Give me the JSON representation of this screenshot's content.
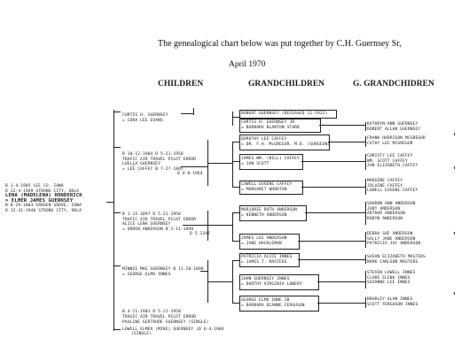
{
  "header": {
    "title": "The genealogical chart below was put together by C.H. Guernsey Sr,",
    "date": "April 1970"
  },
  "columns": {
    "children": "CHILDREN",
    "grandchildren": "GRANDCHILDREN",
    "great_grandchildren": "G. GRANDCHIDREN"
  },
  "root": {
    "lines": [
      "B 1-4-1905 LEE CO. IOWA",
      "D 12-4-1969 STRONG CITY, OKLA",
      "LENA (MADELENA) HONDERICK",
      "= ELMER JAMES GUERNSEY",
      "B 8-29-1883 SARGEN GROVE, IOWA",
      "D 12-31-1940 STRONG CITY, OKLA"
    ]
  },
  "children": [
    {
      "lines": [
        "CURTIS H. GUERNSEY",
        "= CORA LEE EVANS"
      ]
    },
    {
      "lines": [
        "B 10-12-1904 D 5-21-1950",
        "TRAFIC AIR TRAVEL PILOT ERROR",
        "LUELLA GUERNSEY",
        "= LEE CAFFEY B 7-27-1895",
        "D 4-8-1964"
      ]
    },
    {
      "lines": [
        "B 1-15-1897 D 5-21-1950",
        "TRAFIC AIR TRAVEL PILOT ERROR",
        "ALICE LENA GUERNSEY",
        "= ORREN ANDERSON B 2-11-1898",
        "D 5-1342"
      ]
    },
    {
      "lines": [
        "MINNIE MAE GUERNSEY B 11-20-1898",
        "= GEORGE ELMO INNES"
      ]
    },
    {
      "lines": [
        "B 4-21-1901 D 5-21-1950",
        "TRAGIC AIR TRAVEL PILOT ERROR",
        "PAULINE GERTRUDE GUERNSEY (SINGLE)",
        "LOWELL ELMER (MIKE) GUERNSEY (D 6-4-1904",
        "(SINGLE)"
      ]
    }
  ],
  "grandchildren": [
    {
      "lines": [
        "ROBERT GUERNSEY (DECEASED 11-1922)"
      ]
    },
    {
      "lines": [
        "CURTIS H. GUERNSEY JR",
        "= BARBARA BLANTON STARR"
      ]
    },
    {
      "lines": [
        "DOROTHY LEE CAFFEY",
        "= DR. F.H. McGREGOR, M.D. (SURGEON)"
      ]
    },
    {
      "lines": [
        "JAMES WM. (BILL) CAFFEY",
        "= JAN SCOTT"
      ]
    },
    {
      "lines": [
        "LOWELL EUGENE CAFFEY",
        "= MARGARET WHORTON"
      ]
    },
    {
      "lines": [
        "MARJORIE RUTH ANDERSON",
        "= KENNETH ANDERSON"
      ]
    },
    {
      "lines": [
        "JAMES LEE ANDERSON",
        "= JANE HACKLEMAN"
      ]
    },
    {
      "lines": [
        "PATRICIA ALICE INNES",
        "= JAMES T. MASTERS"
      ]
    },
    {
      "lines": [
        "JOHN GUERNSEY INNES",
        "= DORTHY VIRGINIA LOWERY"
      ]
    },
    {
      "lines": [
        "GEORGE ELMO INNE IB",
        "= BARBARA DIANNE FERGUSON"
      ]
    }
  ],
  "great_grandchildren": [
    "KATHRYN ANN GUERNSEY",
    "ROBERT ALLAN GUERNSEY",
    "FRANK HARRISON MCGREGOR",
    "CATHY LEE MCGREGOR",
    "CHRISTY LEE CAFFEY",
    "WM. SCOTT CAFFEY",
    "JAN ELIZABETH CAFFEY",
    "MARGENE CAFFEY",
    "JOLAINE CAFFEY",
    "LOWELL EUGENE CAFFEY",
    "SHARON ANN ANDERSON",
    "JUDY ANDERSON",
    "ARTHUR ANDERSON",
    "ROBYN ANDERSON",
    "DEBRA SUE ANDERSON",
    "SALLY JANE ANDERSON",
    "PATRICIA JOY ANDERSON",
    "SUSAN ELIZABETH MASTERS",
    "MARK CARLSON MASTERS",
    "STEVEN LOWELL INNES",
    "CLARE ELENA INNES",
    "SUZANNE LEE INNES",
    "BRADLEY ALAN INNES",
    "SCOTT FERGUSON INNES"
  ]
}
